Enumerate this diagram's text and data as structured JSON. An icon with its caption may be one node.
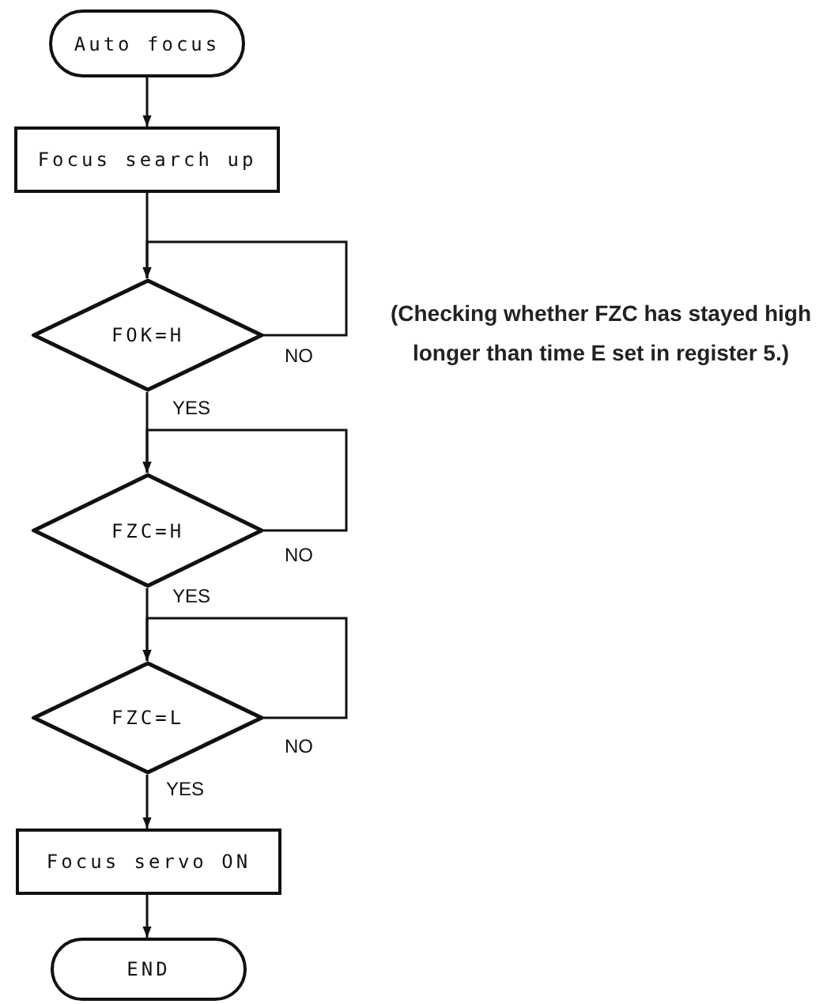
{
  "diagram": {
    "nodes": [
      {
        "text": [
          "Auto focus"
        ]
      },
      {
        "text": [
          "Focus search up"
        ]
      },
      {
        "text": [
          "FOK=H"
        ]
      },
      {
        "text": [
          "FZC=H"
        ]
      },
      {
        "text": [
          "FZC=L"
        ]
      },
      {
        "text": [
          "Focus servo ON"
        ]
      },
      {
        "text": [
          "END"
        ]
      }
    ],
    "edges": [
      {
        "from": 0,
        "to": 1,
        "arrow": "to"
      },
      {
        "from": 1,
        "to": 2,
        "arrow": "to"
      },
      {
        "from": 2,
        "to": 2,
        "arrow": "to",
        "label": "NO"
      },
      {
        "from": 2,
        "to": 3,
        "arrow": "to",
        "label": "YES"
      },
      {
        "from": 3,
        "to": 3,
        "arrow": "to",
        "label": "NO"
      },
      {
        "from": 3,
        "to": 4,
        "arrow": "to",
        "label": "YES"
      },
      {
        "from": 4,
        "to": 4,
        "arrow": "to",
        "label": "NO"
      },
      {
        "from": 4,
        "to": 5,
        "arrow": "to",
        "label": "YES"
      },
      {
        "from": 5,
        "to": 6,
        "arrow": "to"
      }
    ],
    "labels": [
      "(Checking whether FZC has stayed high longer than time E set in register 5.)"
    ]
  }
}
